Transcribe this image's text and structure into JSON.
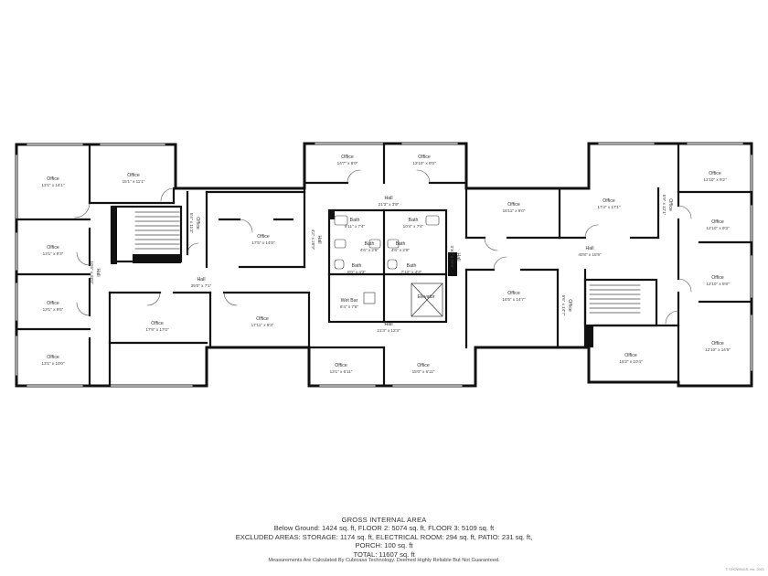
{
  "rooms": [
    {
      "label": "Office",
      "dim": "13'1\" x 14'1\""
    },
    {
      "label": "Office",
      "dim": "15'1\" x 11'1\""
    },
    {
      "label": "Office",
      "dim": "13'1\" x 9'3\""
    },
    {
      "label": "Office",
      "dim": "13'1\" x 9'5\""
    },
    {
      "label": "Office",
      "dim": "13'1\" x 10'0\""
    },
    {
      "label": "Office",
      "dim": "6'4\" x 11'3\""
    },
    {
      "label": "Office",
      "dim": "17'5\" x 14'0\""
    },
    {
      "label": "Hall",
      "dim": "35'0\" x 7'1\""
    },
    {
      "label": "Hall",
      "dim": "10'6\" x 33'0\""
    },
    {
      "label": "Office",
      "dim": "17'8\" x 17'0\""
    },
    {
      "label": "Office",
      "dim": "17'11\" x 9'3\""
    },
    {
      "label": "Office",
      "dim": "14'7\" x 8'0\""
    },
    {
      "label": "Office",
      "dim": "13'10\" x 8'0\""
    },
    {
      "label": "Hall",
      "dim": "21'3\" x 3'9\""
    },
    {
      "label": "Hall",
      "dim": "4'2\" x 28'9\""
    },
    {
      "label": "Bath",
      "dim": "9'11\" x 7'4\""
    },
    {
      "label": "Bath",
      "dim": "10'4\" x 7'4\""
    },
    {
      "label": "Bath",
      "dim": "4'6\" x 2'8\""
    },
    {
      "label": "Bath",
      "dim": "4'6\" x 2'8\""
    },
    {
      "label": "Bath",
      "dim": "8'0\" x 4'3\""
    },
    {
      "label": "Bath",
      "dim": "7'10\" x 4'3\""
    },
    {
      "label": "Wet Bar",
      "dim": "8'4\" x 7'6\""
    },
    {
      "label": "Elevator",
      "dim": ""
    },
    {
      "label": "Hall",
      "dim": "21'3\" x 12'3\""
    },
    {
      "label": "Office",
      "dim": "13'1\" x 6'11\""
    },
    {
      "label": "Office",
      "dim": "15'0\" x 6'11\""
    },
    {
      "label": "Hall",
      "dim": "3'10\" x 28'9\""
    },
    {
      "label": "Office",
      "dim": "16'11\" x 9'0\""
    },
    {
      "label": "Office",
      "dim": "17'4\" x 17'1\""
    },
    {
      "label": "Office",
      "dim": "16'5\" x 14'7\""
    },
    {
      "label": "Hall",
      "dim": "40'8\" x 15'9\""
    },
    {
      "label": "Office",
      "dim": "6'6\" x 14'7\""
    },
    {
      "label": "Office",
      "dim": "15'2\" x 10'4\""
    },
    {
      "label": "Office",
      "dim": "12'10\" x 9'2\""
    },
    {
      "label": "Office",
      "dim": "12'10\" x 9'3\""
    },
    {
      "label": "Office",
      "dim": "12'10\" x 9'8\""
    },
    {
      "label": "Office",
      "dim": "12'10\" x 14'5\""
    },
    {
      "label": "Office",
      "dim": "5'9\" x 12'1\""
    }
  ],
  "summary": {
    "title": "GROSS INTERNAL AREA",
    "line1": "Below Ground: 1424 sq. ft, FLOOR 2: 5074 sq. ft, FLOOR 3: 5109 sq. ft",
    "line2": "EXCLUDED AREAS: STORAGE: 1174 sq. ft, ELECTRICAL ROOM: 294 sq. ft, PATIO: 231 sq. ft,",
    "line3": "PORCH: 100 sq. ft",
    "line4": "TOTAL: 11607 sq. ft",
    "note": "Measurements Are Calculated By Cubicasa Technology. Deemed Highly Reliable But Not Guaranteed.",
    "copyright": "© SHOWINGS, Inc. 2021"
  }
}
